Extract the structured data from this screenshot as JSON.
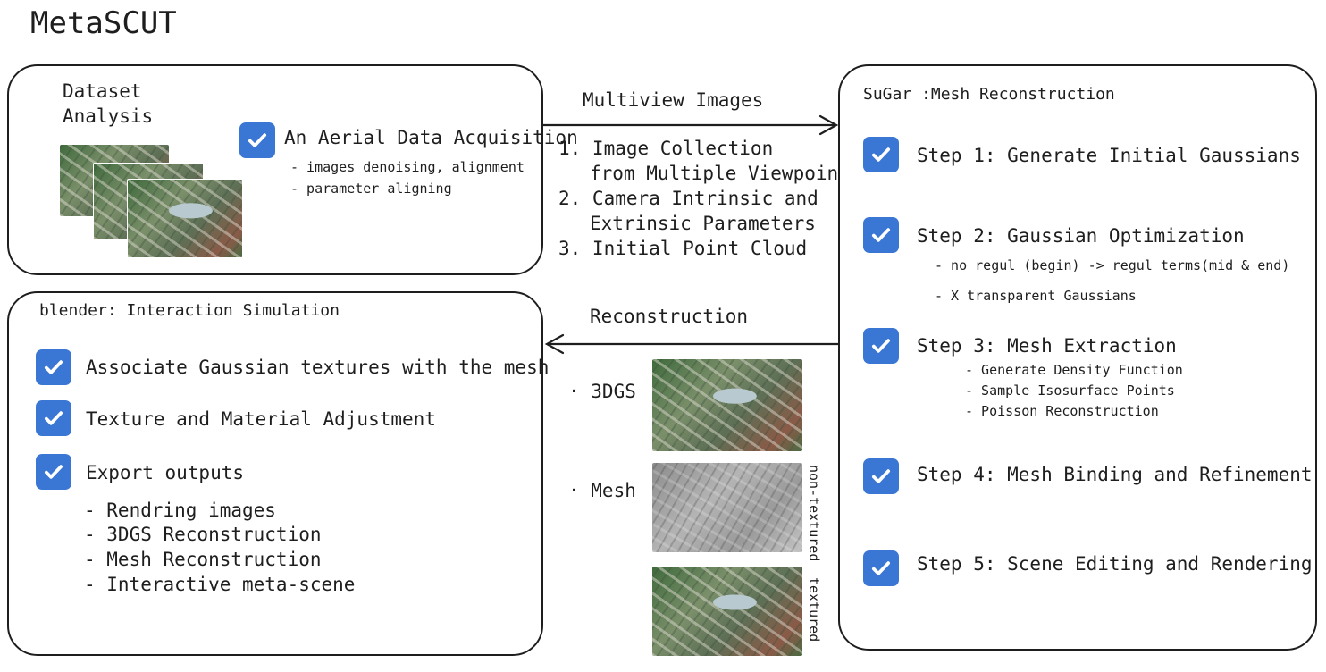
{
  "title": "MetaSCUT",
  "dataset": {
    "heading_line1": "Dataset",
    "heading_line2": "Analysis",
    "check_label": "An Aerial Data Acquisition",
    "bullets": [
      "- images denoising, alignment",
      "- parameter aligning"
    ]
  },
  "multiview": {
    "label": "Multiview Images",
    "items": [
      "1. Image Collection",
      "from Multiple Viewpoints.",
      "2. Camera Intrinsic and",
      "Extrinsic Parameters",
      "3. Initial Point Cloud"
    ]
  },
  "sugar": {
    "heading": "SuGar :Mesh Reconstruction",
    "steps": [
      "Step 1: Generate Initial Gaussians",
      "Step 2: Gaussian Optimization",
      "Step 3: Mesh Extraction",
      "Step 4: Mesh Binding and Refinement",
      "Step 5: Scene Editing and Rendering"
    ],
    "step2_notes": [
      "- no regul (begin) -> regul terms(mid & end)",
      "- X transparent Gaussians"
    ],
    "step3_notes": [
      "- Generate Density Function",
      "- Sample Isosurface Points",
      "- Poisson Reconstruction"
    ]
  },
  "reconstruction": {
    "label": "Reconstruction",
    "gs_label": "· 3DGS",
    "mesh_label": "· Mesh",
    "non_textured": "non-textured",
    "textured": "textured"
  },
  "blender": {
    "heading": "blender: Interaction Simulation",
    "checks": [
      "Associate Gaussian textures with the mesh",
      "Texture and Material Adjustment",
      "Export outputs"
    ],
    "outputs": [
      "- Rendring images",
      "- 3DGS Reconstruction",
      "- Mesh Reconstruction",
      "- Interactive meta-scene"
    ]
  },
  "colors": {
    "checkbox": "#3a76d4",
    "stroke": "#1e1e1e"
  }
}
